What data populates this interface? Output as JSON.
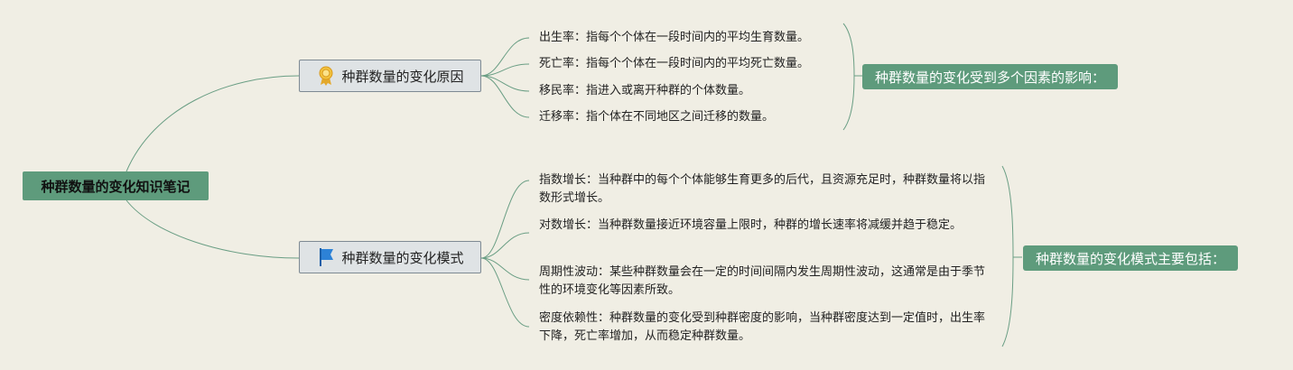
{
  "root": {
    "label": "种群数量的变化知识笔记"
  },
  "branches": [
    {
      "label": "种群数量的变化原因",
      "icon": "award-ribbon-icon",
      "summary": "种群数量的变化受到多个因素的影响：",
      "leaves": [
        "出生率：指每个个体在一段时间内的平均生育数量。",
        "死亡率：指每个个体在一段时间内的平均死亡数量。",
        "移民率：指进入或离开种群的个体数量。",
        "迁移率：指个体在不同地区之间迁移的数量。"
      ]
    },
    {
      "label": "种群数量的变化模式",
      "icon": "blue-flag-icon",
      "summary": "种群数量的变化模式主要包括：",
      "leaves": [
        "指数增长：当种群中的每个个体能够生育更多的后代，且资源充足时，种群数量将以指数形式增长。",
        "对数增长：当种群数量接近环境容量上限时，种群的增长速率将减缓并趋于稳定。",
        "周期性波动：某些种群数量会在一定的时间间隔内发生周期性波动，这通常是由于季节性的环境变化等因素所致。",
        "密度依赖性：种群数量的变化受到种群密度的影响，当种群密度达到一定值时，出生率下降，死亡率增加，从而稳定种群数量。"
      ]
    }
  ],
  "colors": {
    "accent": "#5e9b7c",
    "line": "#6a9e84",
    "branch_bg": "#dfe3e5",
    "background": "#f0eee4"
  }
}
